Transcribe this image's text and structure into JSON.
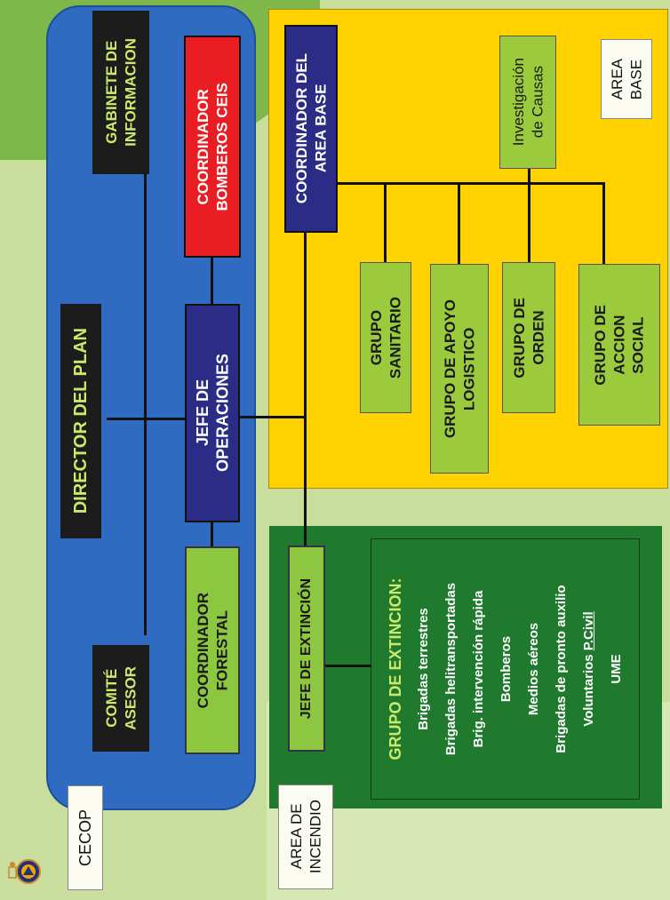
{
  "colors": {
    "background": "#c9dd9c",
    "cecop_panel": "#2e6bc1",
    "area_base_panel": "#ffd200",
    "area_incendio_panel": "#1f7a2e",
    "black_box": "#1c1c1c",
    "navy_box": "#2a2c86",
    "red_box": "#ea1c24",
    "green_box": "#8dc63f",
    "extincion_title": "#cde96a",
    "extincion_text": "#ffffff"
  },
  "icons": [
    "civil-protection-logo"
  ],
  "regions": {
    "cecop": "CECOP",
    "area_base": "AREA\nBASE",
    "area_incendio": "AREA DE\nINCENDIO"
  },
  "nodes": {
    "director": "DIRECTOR DEL PLAN",
    "gabinete": "GABINETE DE\nINFORMACION",
    "coord_bomberos": "COORDINADOR\nBOMBEROS CEIS",
    "jefe_operaciones": "JEFE DE\nOPERACIONES",
    "comite": "COMITÉ\nASESOR",
    "coord_forestal": "COORDINADOR\nFORESTAL",
    "coord_area_base": "COORDINADOR DEL\nAREA BASE",
    "investigacion": "Investigación\nde Causas",
    "grupo_sanitario": "GRUPO\nSANITARIO",
    "grupo_apoyo": "GRUPO DE APOYO\nLOGISTICO",
    "grupo_orden": "GRUPO DE\nORDEN",
    "grupo_accion": "GRUPO DE\nACCION\nSOCIAL",
    "jefe_extincion": "JEFE DE EXTINCIÓN"
  },
  "grupo_extincion": {
    "title": "GRUPO DE EXTINCION:",
    "items": [
      "Brigadas terrestres",
      "Brigadas helitransportadas",
      "Brig. intervención rápida",
      "Bomberos",
      "Medios aéreos",
      "Brigadas de pronto auxilio",
      "Voluntarios P.Civil",
      "UME"
    ]
  }
}
